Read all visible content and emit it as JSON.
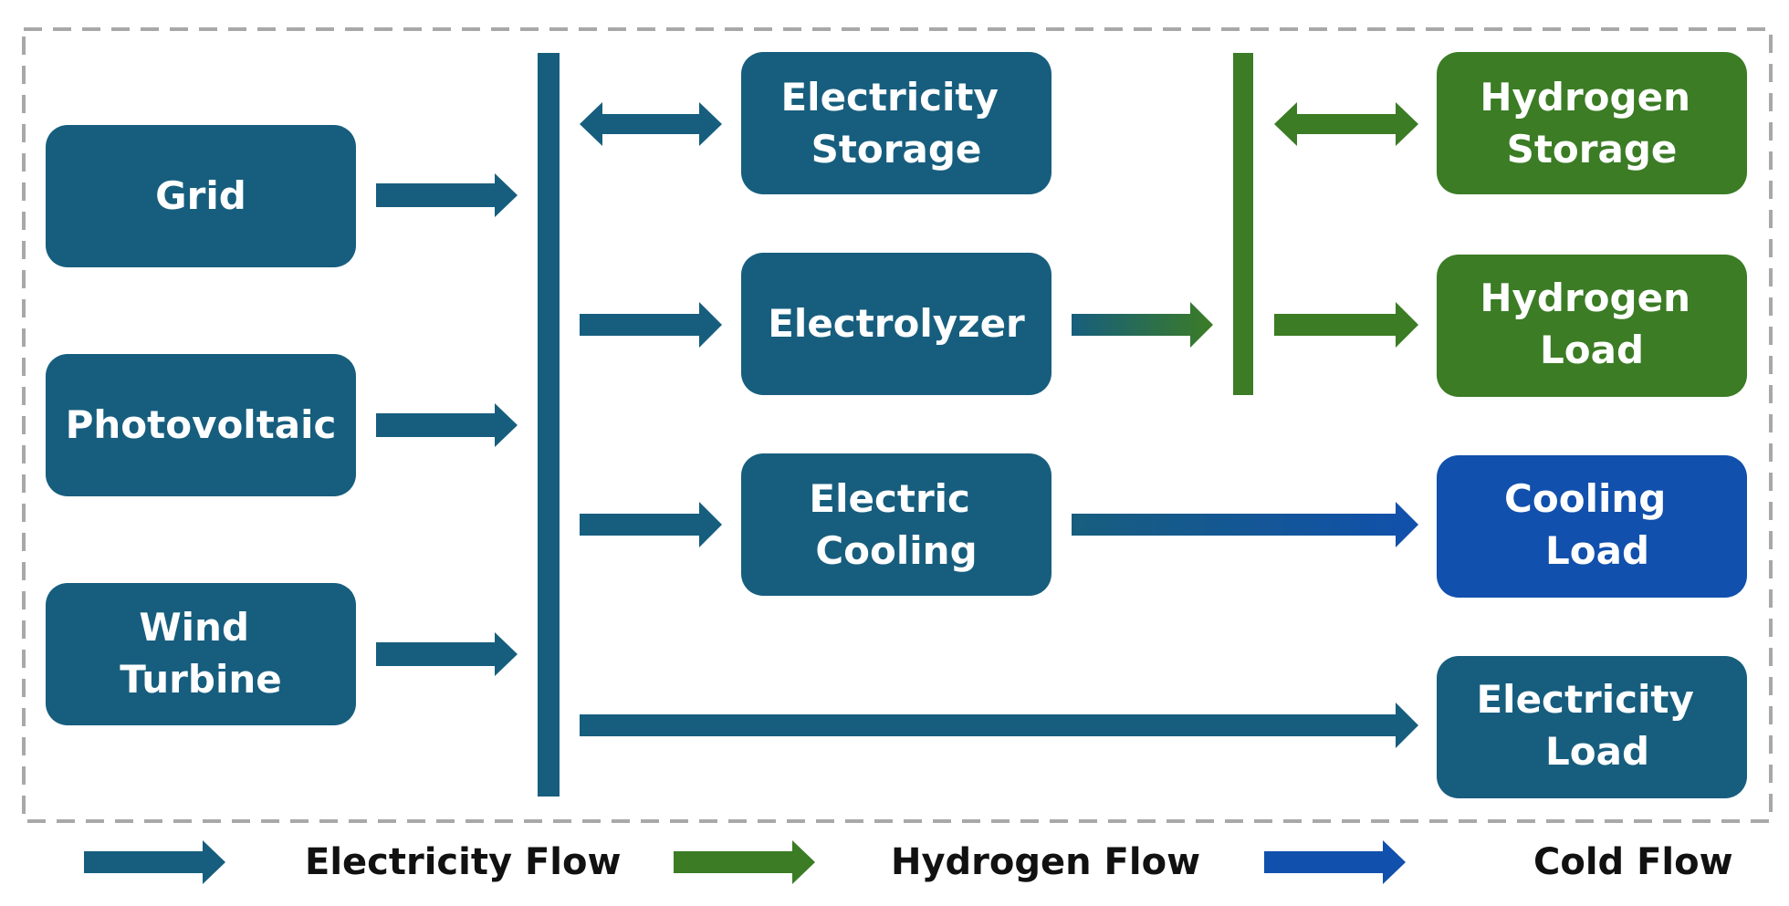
{
  "colors": {
    "electric": "#175e7e",
    "hydrogen": "#3b7c25",
    "cooling": "#1150ac",
    "boundary": "#a8a8a8"
  },
  "nodes": {
    "grid": [
      "Grid"
    ],
    "photovoltaic": [
      "Photovoltaic"
    ],
    "wind_turbine": [
      "Wind",
      "Turbine"
    ],
    "electricity_storage": [
      "Electricity",
      "Storage"
    ],
    "electrolyzer": [
      "Electrolyzer"
    ],
    "electric_cooling": [
      "Electric",
      "Cooling"
    ],
    "hydrogen_storage": [
      "Hydrogen",
      "Storage"
    ],
    "hydrogen_load": [
      "Hydrogen",
      "Load"
    ],
    "cooling_load": [
      "Cooling",
      "Load"
    ],
    "electricity_load": [
      "Electricity",
      "Load"
    ]
  },
  "legend": {
    "electricity": "Electricity Flow",
    "hydrogen": "Hydrogen Flow",
    "cold": "Cold Flow"
  }
}
